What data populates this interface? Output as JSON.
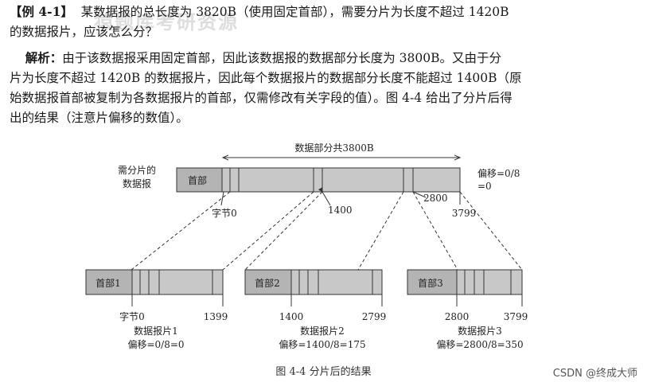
{
  "watermark": "猿题库考研资源",
  "example": {
    "label": "【例 4-1】",
    "question_line1": "某数据报的总长度为 3820B（使用固定首部），需要分片为长度不超过 1420B",
    "question_line2": "的数据报片，应该怎么分？"
  },
  "analysis": {
    "label": "解析：",
    "line1": "由于该数据报采用固定首部，因此该数据报的数据部分长度为 3800B。又由于分",
    "line2": "片为长度不超过 1420B 的数据报片，因此每个数据报片的数据部分长度不能超过 1400B（原",
    "line3": "始数据报首部被复制为各数据报片的首部，仅需修改有关字段的值）。图 4-4 给出了分片后得",
    "line4": "出的结果（注意片偏移的数值）。"
  },
  "diagram": {
    "data_span_label": "数据部分共3800B",
    "original_label_line1": "需分片的",
    "original_label_line2": "数据报",
    "original_header": "首部",
    "original_offset_line1": "偏移=0/8",
    "original_offset_line2": "=0",
    "byte0_label": "字节0",
    "mark_1400": "1400",
    "mark_2800": "2800",
    "mark_3799": "3799",
    "fragments": [
      {
        "header": "首部1",
        "start": "字节0",
        "end": "1399",
        "name": "数据报片1",
        "offset": "偏移=0/8=0"
      },
      {
        "header": "首部2",
        "start": "1400",
        "end": "2799",
        "name": "数据报片2",
        "offset": "偏移=1400/8=175"
      },
      {
        "header": "首部3",
        "start": "2800",
        "end": "3799",
        "name": "数据报片3",
        "offset": "偏移=2800/8=350"
      }
    ],
    "box_fill": "#c8c8c8",
    "header_fill": "#b4b4b4"
  },
  "caption": "图 4-4    分片后的结果",
  "credit": "CSDN @终成大师"
}
